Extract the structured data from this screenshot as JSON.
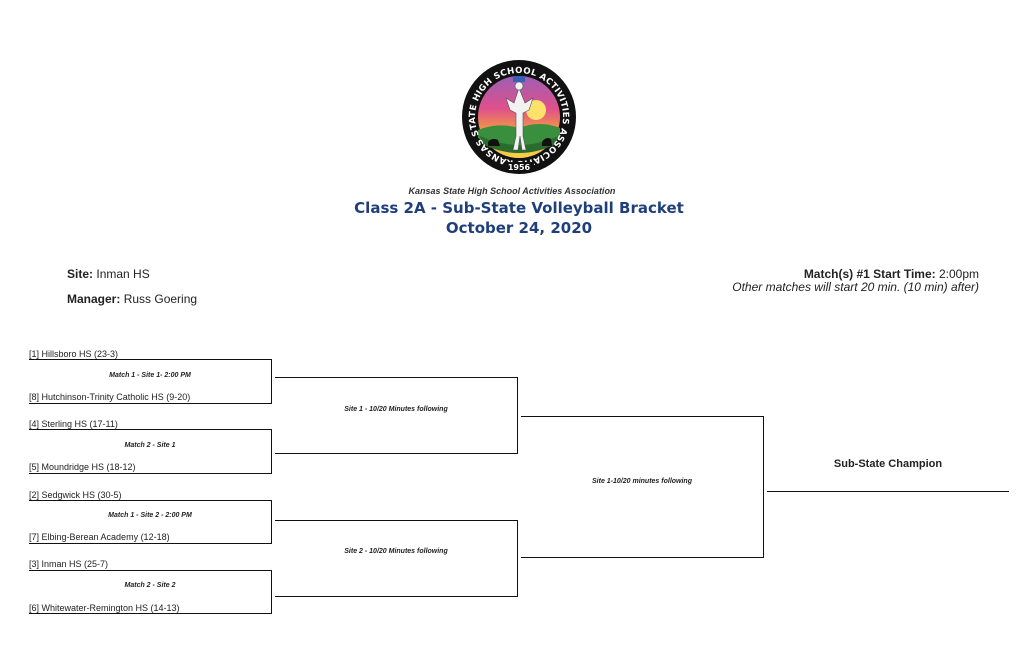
{
  "header": {
    "organization": "Kansas State High School Activities Association",
    "title": "Class 2A - Sub-State Volleyball Bracket",
    "date": "October 24, 2020",
    "logo_text": "KANSAS STATE HIGH SCHOOL ACTIVITIES ASSOCIATION, INC.",
    "logo_year": "1956"
  },
  "info": {
    "site_label": "Site:",
    "site_value": "Inman HS",
    "manager_label": "Manager:",
    "manager_value": "Russ Goering",
    "start_label": "Match(s) #1 Start Time:",
    "start_value": "2:00pm",
    "start_note": "Other matches will start 20 min. (10 min) after)"
  },
  "teams": [
    "[1] Hillsboro HS (23-3)",
    "[8] Hutchinson-Trinity Catholic HS (9-20)",
    "[4] Sterling HS (17-11)",
    "[5] Moundridge HS (18-12)",
    "[2] Sedgwick HS (30-5)",
    "[7] Elbing-Berean Academy (12-18)",
    "[3] Inman HS (25-7)",
    "[6] Whitewater-Remington HS (14-13)"
  ],
  "matches": {
    "r1": [
      "Match 1 - Site 1- 2:00 PM",
      "Match 2 - Site 1",
      "Match 1 - Site 2 - 2:00 PM",
      "Match 2 - Site 2"
    ],
    "r2": [
      "Site 1 - 10/20 Minutes following",
      "Site 2 - 10/20 Minutes following"
    ],
    "final": "Site 1-10/20 minutes following"
  },
  "champion_label": "Sub-State Champion"
}
